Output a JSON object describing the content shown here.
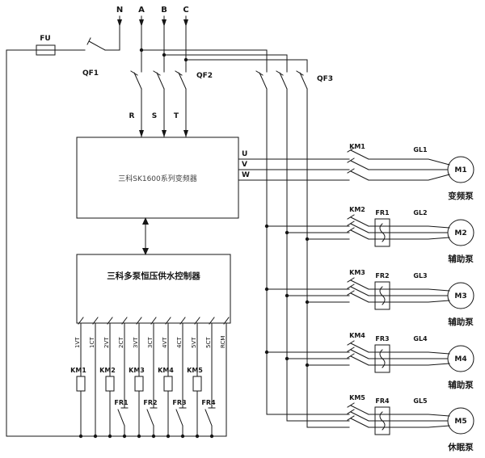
{
  "diagram": {
    "supply_lines": [
      "N",
      "A",
      "B",
      "C"
    ],
    "fuse": "FU",
    "breakers": {
      "qf1": "QF1",
      "qf2": "QF2",
      "qf3": "QF3"
    },
    "inverter_inputs": [
      "R",
      "S",
      "T"
    ],
    "inverter": {
      "label": "三科SK1600系列变频器"
    },
    "controller": {
      "label": "三科多泵恒压供水控制器"
    },
    "inverter_outputs": [
      "U",
      "V",
      "W"
    ],
    "terminals": [
      "1VT",
      "1CT",
      "2VT",
      "2CT",
      "3VT",
      "3CT",
      "4VT",
      "4CT",
      "5VT",
      "5CT",
      "RCM"
    ],
    "contactor_coils": [
      "KM1",
      "KM2",
      "KM3",
      "KM4",
      "KM5"
    ],
    "thermal_contacts": [
      "FR1",
      "FR2",
      "FR3",
      "FR4"
    ],
    "branches": [
      {
        "contactor": "KM1",
        "overload": "",
        "indicator": "GL1",
        "motor": "M1",
        "pump": "变频泵"
      },
      {
        "contactor": "KM2",
        "overload": "FR1",
        "indicator": "GL2",
        "motor": "M2",
        "pump": "辅助泵"
      },
      {
        "contactor": "KM3",
        "overload": "FR2",
        "indicator": "GL3",
        "motor": "M3",
        "pump": "辅助泵"
      },
      {
        "contactor": "KM4",
        "overload": "FR3",
        "indicator": "GL4",
        "motor": "M4",
        "pump": "辅助泵"
      },
      {
        "contactor": "KM5",
        "overload": "FR4",
        "indicator": "GL5",
        "motor": "M5",
        "pump": "休眠泵"
      }
    ]
  }
}
